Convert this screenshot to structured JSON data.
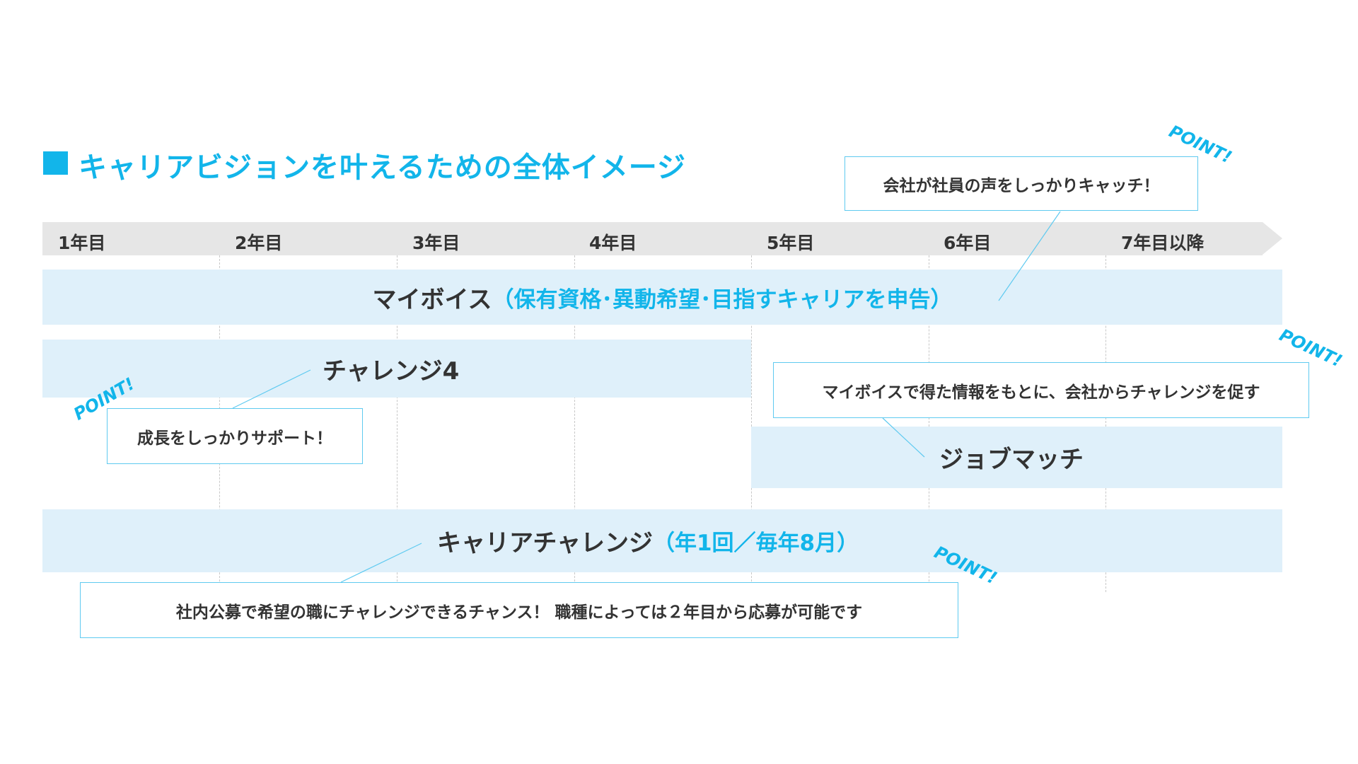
{
  "title": "キャリアビジョンを叶えるための全体イメージ",
  "years": [
    "1年目",
    "2年目",
    "3年目",
    "4年目",
    "5年目",
    "6年目",
    "7年目以降"
  ],
  "bands": {
    "myvoice": {
      "label": "マイボイス",
      "sub": "（保有資格･異動希望･目指すキャリアを申告）"
    },
    "challenge4": {
      "label": "チャレンジ4"
    },
    "jobmatch": {
      "label": "ジョブマッチ"
    },
    "career_challenge": {
      "label": "キャリアチャレンジ",
      "sub": "（年1回／毎年8月）"
    }
  },
  "callouts": {
    "myvoice": "会社が社員の声をしっかりキャッチ！",
    "challenge4": "成長をしっかりサポート！",
    "jobmatch": "マイボイスで得た情報をもとに、会社からチャレンジを促す",
    "career_challenge": "社内公募で希望の職にチャレンジできるチャンス！ 職種によっては２年目から応募が可能です"
  },
  "point_label": "POINT!",
  "colors": {
    "accent": "#12b5ea",
    "band": "#dff0fa",
    "timeline": "#e6e6e6"
  }
}
